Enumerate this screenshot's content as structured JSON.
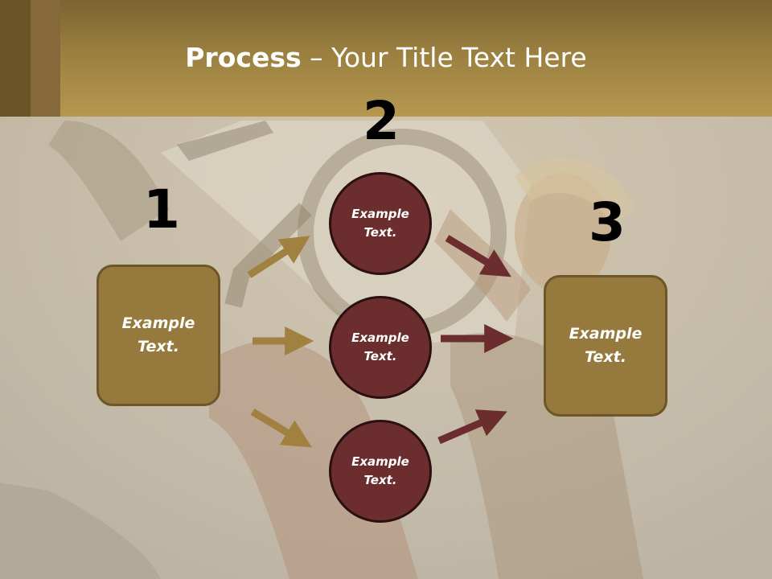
{
  "title": {
    "bold": "Process",
    "rest": " – Your Title Text Here"
  },
  "steps": {
    "n1": "1",
    "n2": "2",
    "n3": "3"
  },
  "boxes": {
    "left": "Example Text.",
    "right": "Example Text."
  },
  "circles": [
    "Example Text.",
    "Example Text.",
    "Example Text."
  ],
  "colors": {
    "header": "#b6984f",
    "box": "#95793d",
    "circle": "#6b2d2d",
    "arrow_gold": "#a08140",
    "arrow_red": "#6b2d2d"
  }
}
